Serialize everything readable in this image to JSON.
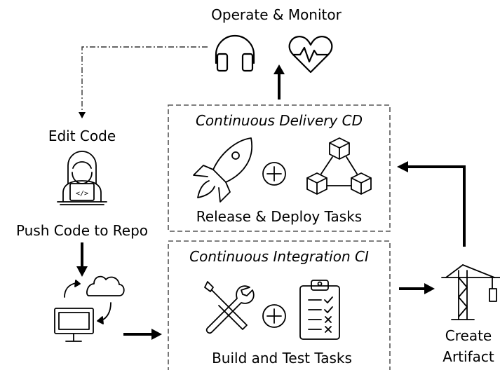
{
  "labels": {
    "operate_monitor": "Operate & Monitor",
    "edit_code": "Edit Code",
    "push_code": "Push Code to Repo",
    "cd_title": "Continuous Delivery CD",
    "cd_tasks": "Release & Deploy Tasks",
    "ci_title": "Continuous Integration CI",
    "ci_tasks": "Build and Test Tasks",
    "create": "Create",
    "artifact": "Artifact",
    "code_glyph": "</>"
  },
  "icons": [
    "headphones-icon",
    "heart-pulse-icon",
    "developer-laptop-icon",
    "cloud-sync-icon",
    "monitor-icon",
    "rocket-icon",
    "plus-icon",
    "cubes-icon",
    "tools-icon",
    "checklist-icon",
    "crane-icon"
  ]
}
